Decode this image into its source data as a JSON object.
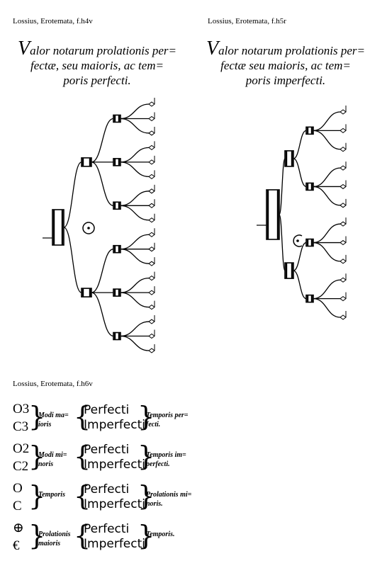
{
  "captions": {
    "left": "Lossius, Erotemata, f.h4v",
    "right": "Lossius, Erotemata, f.h5r",
    "bottom": "Lossius, Erotemata, f.h6v"
  },
  "left_heading": {
    "initial": "V",
    "line1": "alor notarum prolationis per=",
    "line2": "fectæ, seu maioris, ac tem=",
    "line3": "poris perfecti."
  },
  "right_heading": {
    "initial": "V",
    "line1": "alor notarum prolationis per=",
    "line2": "fectæ seu maioris, ac tem=",
    "line3": "poris imperfecti."
  },
  "table": [
    {
      "sym1": "O3",
      "sym2": "C3",
      "label1": "Modi ma=\nioris",
      "perfect": "Perfecti",
      "imperfect": "Imperfecti",
      "label2": "Temporis per=\nfecti."
    },
    {
      "sym1": "O2",
      "sym2": "C2",
      "label1": "Modi mi=\nnoris",
      "perfect": "Perfecti",
      "imperfect": "Imperfecti",
      "label2": "Temporis im=\nperfecti."
    },
    {
      "sym1": "O",
      "sym2": "C",
      "label1": "Temporis",
      "perfect": "Perfecti",
      "imperfect": "Imperfecti",
      "label2": "Prolationis mi=\nnoris."
    },
    {
      "sym1": "⊕",
      "sym2": "€",
      "label1": "Prolationis\nmaioris",
      "perfect": "Perfecti",
      "imperfect": "Imperfecti",
      "label2": "Temporis."
    }
  ]
}
